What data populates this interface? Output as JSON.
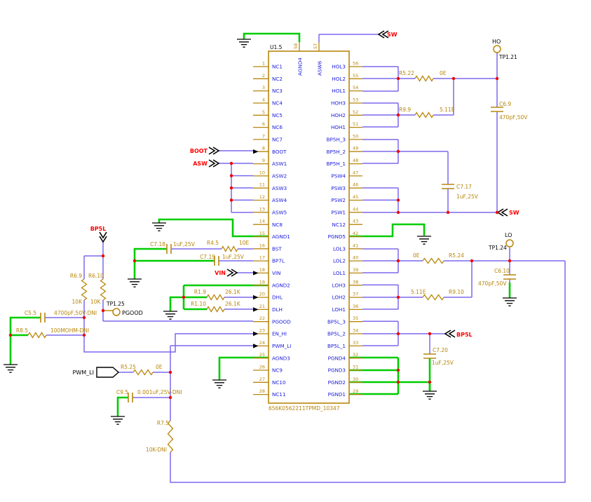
{
  "ic": {
    "ref": "U1.5",
    "part_number": "656K0562211TPMD_10347",
    "left_pins": [
      {
        "num": "1",
        "name": "NC1"
      },
      {
        "num": "2",
        "name": "NC2"
      },
      {
        "num": "3",
        "name": "NC3"
      },
      {
        "num": "4",
        "name": "NC4"
      },
      {
        "num": "5",
        "name": "NC5"
      },
      {
        "num": "6",
        "name": "NC6"
      },
      {
        "num": "7",
        "name": "NC7"
      },
      {
        "num": "8",
        "name": "BOOT"
      },
      {
        "num": "9",
        "name": "ASW1"
      },
      {
        "num": "10",
        "name": "ASW2"
      },
      {
        "num": "11",
        "name": "ASW3"
      },
      {
        "num": "12",
        "name": "ASW4"
      },
      {
        "num": "13",
        "name": "ASW5"
      },
      {
        "num": "14",
        "name": "NC8"
      },
      {
        "num": "15",
        "name": "AGND1"
      },
      {
        "num": "16",
        "name": "BST"
      },
      {
        "num": "17",
        "name": "BP7L"
      },
      {
        "num": "18",
        "name": "VIN"
      },
      {
        "num": "19",
        "name": "AGND2"
      },
      {
        "num": "20",
        "name": "DHL"
      },
      {
        "num": "21",
        "name": "DLH"
      },
      {
        "num": "22",
        "name": "PGOOD"
      },
      {
        "num": "23",
        "name": "EN_HI"
      },
      {
        "num": "24",
        "name": "PWM_LI"
      },
      {
        "num": "25",
        "name": "AGND3"
      },
      {
        "num": "26",
        "name": "NC9"
      },
      {
        "num": "27",
        "name": "NC10"
      },
      {
        "num": "28",
        "name": "NC11"
      }
    ],
    "right_pins": [
      {
        "num": "56",
        "name": "HOL3"
      },
      {
        "num": "55",
        "name": "HOL2"
      },
      {
        "num": "54",
        "name": "HOL1"
      },
      {
        "num": "53",
        "name": "HOH3"
      },
      {
        "num": "52",
        "name": "HOH2"
      },
      {
        "num": "51",
        "name": "HOH1"
      },
      {
        "num": "50",
        "name": "BP5H_3"
      },
      {
        "num": "49",
        "name": "BP5H_2"
      },
      {
        "num": "48",
        "name": "BP5H_1"
      },
      {
        "num": "47",
        "name": "PSW4"
      },
      {
        "num": "46",
        "name": "PSW3"
      },
      {
        "num": "45",
        "name": "PSW2"
      },
      {
        "num": "44",
        "name": "PSW1"
      },
      {
        "num": "43",
        "name": "NC12"
      },
      {
        "num": "42",
        "name": "PGND5"
      },
      {
        "num": "41",
        "name": "LOL3"
      },
      {
        "num": "40",
        "name": "LOL2"
      },
      {
        "num": "39",
        "name": "LOL1"
      },
      {
        "num": "38",
        "name": "LOH3"
      },
      {
        "num": "37",
        "name": "LOH2"
      },
      {
        "num": "36",
        "name": "LOH1"
      },
      {
        "num": "35",
        "name": "BP5L_3"
      },
      {
        "num": "34",
        "name": "BP5L_2"
      },
      {
        "num": "33",
        "name": "BP5L_1"
      },
      {
        "num": "32",
        "name": "PGND4"
      },
      {
        "num": "31",
        "name": "PGND3"
      },
      {
        "num": "30",
        "name": "PGND2"
      },
      {
        "num": "29",
        "name": "PGND1"
      }
    ],
    "top_pins": [
      {
        "num": "58",
        "name": "AGND4"
      },
      {
        "num": "57",
        "name": "ASW6"
      }
    ]
  },
  "components": {
    "r5_22": {
      "ref": "R5.22",
      "value": "0E"
    },
    "r9_9": {
      "ref": "R9.9",
      "value": "5.11E"
    },
    "c6_9": {
      "ref": "C6.9",
      "value": "470pF,50V"
    },
    "c7_17": {
      "ref": "C7.17",
      "value": "1uF,25V"
    },
    "r5_24": {
      "ref": "R5.24",
      "value": "0E"
    },
    "r9_10": {
      "ref": "R9.10",
      "value": "5.11E"
    },
    "c6_10": {
      "ref": "C6.10",
      "value": "470pF,50V"
    },
    "c7_20": {
      "ref": "C7.20",
      "value": "1uF,25V"
    },
    "c7_18": {
      "ref": "C7.18",
      "value": "1uF,25V"
    },
    "c7_19": {
      "ref": "C7.19",
      "value": "1uF,25V"
    },
    "r4_5": {
      "ref": "R4.5",
      "value": "10E"
    },
    "r1_9": {
      "ref": "R1.9",
      "value": "26.1K"
    },
    "r1_10": {
      "ref": "R1.10",
      "value": "26.1K"
    },
    "r6_9": {
      "ref": "R6.9",
      "value": "10K"
    },
    "r6_10": {
      "ref": "R6.10",
      "value": "10K"
    },
    "c5_5": {
      "ref": "C5.5",
      "value": "4700pF,50V-DNI"
    },
    "r8_5": {
      "ref": "R8.5",
      "value": "100MOHM-DNI"
    },
    "r5_25": {
      "ref": "R5.25",
      "value": "0E"
    },
    "c9_5": {
      "ref": "C9.5",
      "value": "0.001uF,25V-DNI"
    },
    "r7_5": {
      "ref": "R7.5",
      "value": "10K-DNI"
    }
  },
  "test_points": {
    "tp1_21": {
      "ref": "TP1.21",
      "net": "HO"
    },
    "tp1_24": {
      "ref": "TP1.24",
      "net": "LO"
    },
    "tp1_25": {
      "ref": "TP1.25",
      "net": "PGOOD"
    }
  },
  "net_labels": {
    "boot": "BOOT",
    "asw": "ASW",
    "vin": "VIN",
    "sw_top": "SW",
    "sw_right": "SW",
    "bp5l_left": "BP5L",
    "bp5l_right": "BP5L",
    "pwm_li_port": "PWM_LI"
  },
  "colors": {
    "ic_outline": "#b8860b",
    "component_text": "#b8860b",
    "pin_name": "#2020dd",
    "wire": "#7b68ee",
    "ground_wire": "#00cc00",
    "net_label": "#ff0000",
    "junction": "#ee0000",
    "black": "#000000"
  }
}
